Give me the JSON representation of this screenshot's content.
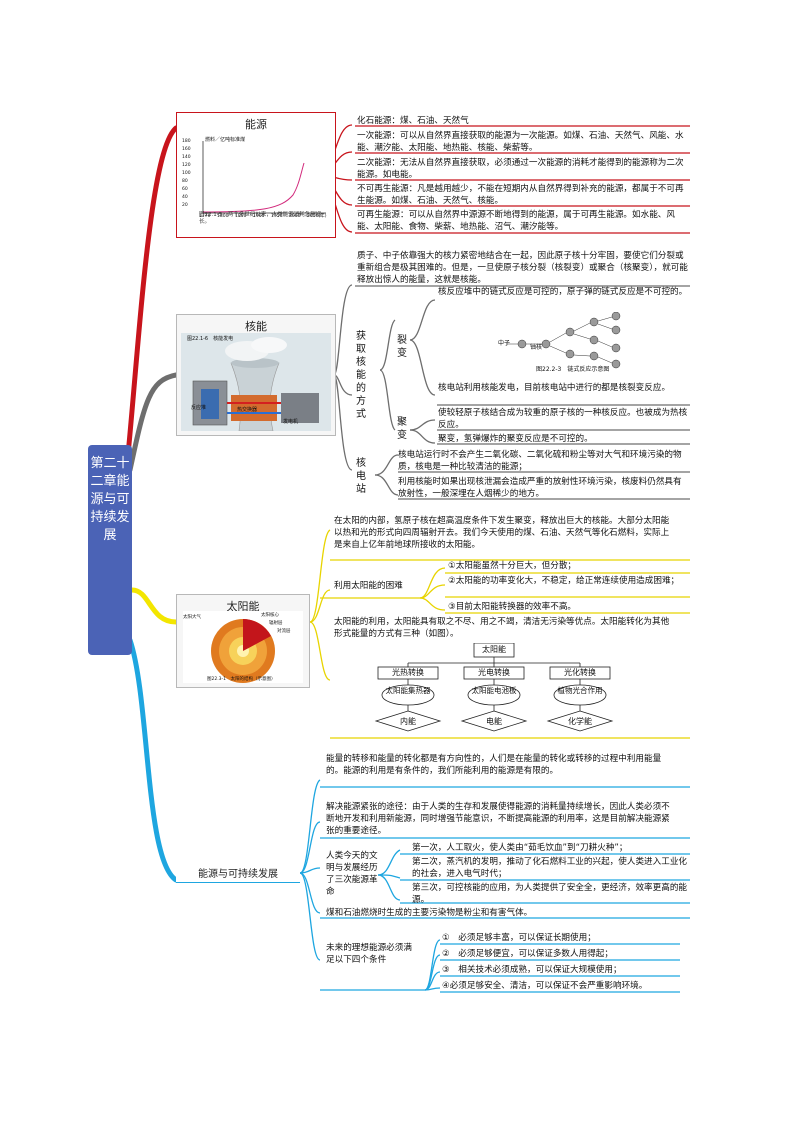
{
  "root": {
    "label": "第二十二章能源与可持续发展"
  },
  "colors": {
    "red": "#c8141c",
    "gray": "#6e6e6e",
    "yellow": "#f3e600",
    "blue": "#1ea6e0",
    "root": "#4b63b6"
  },
  "energy": {
    "title": "能源",
    "chart": {
      "ylabel": "燃料／亿吨标准煤",
      "yticks": [
        "180",
        "160",
        "140",
        "120",
        "100",
        "80",
        "60",
        "40",
        "20"
      ],
      "xticks": [
        "1770",
        "1800",
        "1850",
        "1900",
        "1950",
        "2000",
        "2050(年)"
      ],
      "caption": "图22.1-5　两个多世纪以来，人类能源消耗急剧增长。"
    },
    "items": [
      "化石能源：煤、石油、天然气",
      "一次能源：可以从自然界直接获取的能源为一次能源。如煤、石油、天然气、风能、水能、潮汐能、太阳能、地热能、核能、柴薪等。",
      "二次能源：无法从自然界直接获取，必须通过一次能源的消耗才能得到的能源称为二次能源。如电能。",
      "不可再生能源：凡是越用越少，不能在短期内从自然界得到补充的能源，都属于不可再生能源。如煤、石油、天然气、核能。",
      "可再生能源：可以从自然界中源源不断地得到的能源，属于可再生能源。如水能、风能、太阳能、食物、柴薪、地热能、沼气、潮汐能等。"
    ]
  },
  "nuclear": {
    "title": "核能",
    "photo_label": "图22.1-6　核能发电",
    "photo_tags": [
      "反应堆",
      "热交换器",
      "发电机"
    ],
    "intro": "质子、中子依靠强大的核力紧密地结合在一起，因此原子核十分牢固，要使它们分裂或重新组合是极其困难的。但是，一旦使原子核分裂（核裂变）或聚合（核聚变），就可能释放出惊人的能量，这就是核能。",
    "obtain_label": "获取核能的方式",
    "fission_label": "裂变",
    "fission_1": "核反应堆中的链式反应是可控的，原子弹的链式反应是不可控的。",
    "fission_fig_neutron": "中子",
    "fission_fig_nucleus": "铀核",
    "fission_fig_caption": "图22.2-3　链式反应示意图",
    "fission_2": "核电站利用核能发电，目前核电站中进行的都是核裂变反应。",
    "fusion_label": "聚变",
    "fusion_1": "使较轻原子核结合成为较重的原子核的一种核反应。也被成为热核反应。",
    "fusion_2": "聚变，氢弹爆炸的聚变反应是不可控的。",
    "plant_label": "核电站",
    "plant_1": "核电站运行时不会产生二氧化碳、二氧化硫和粉尘等对大气和环境污染的物质，核电是一种比较清洁的能源；",
    "plant_2": "利用核能时如果出现核泄漏会造成严重的放射性环境污染，核废料仍然具有放射性，一般深埋在人烟稀少的地方。"
  },
  "solar": {
    "title": "太阳能",
    "photo_tags": [
      "太阳大气",
      "太阳核心",
      "辐射层",
      "对流层"
    ],
    "photo_caption": "图22.3-1　太阳的结构（示意图）",
    "intro": "在太阳的内部，氢原子核在超高温度条件下发生聚变，释放出巨大的核能。大部分太阳能以热和光的形式向四周辐射开去。我们今天使用的煤、石油、天然气等化石燃料，实际上是来自上亿年前地球所接收的太阳能。",
    "diff_label": "利用太阳能的困难",
    "diff": [
      "①太阳能虽然十分巨大，但分散；",
      "②太阳能的功率变化大，不稳定，给正常连续使用造成困难；",
      "③目前太阳能转换器的效率不高。"
    ],
    "use_text": "太阳能的利用，太阳能具有取之不尽、用之不竭，清洁无污染等优点。太阳能转化为其他形式能量的方式有三种（如图）。",
    "flow": {
      "top": "太阳能",
      "mid": [
        "光热转换",
        "光电转换",
        "光化转换"
      ],
      "dev": [
        "太阳能集热器",
        "太阳能电池板",
        "植物光合作用"
      ],
      "out": [
        "内能",
        "电能",
        "化学能"
      ]
    }
  },
  "sustain": {
    "title": "能源与可持续发展",
    "intro": "能量的转移和能量的转化都是有方向性的，人们是在能量的转化或转移的过程中利用能量的。能源的利用是有条件的，我们所能利用的能源是有限的。",
    "solve": "解决能源紧张的途径：由于人类的生存和发展使得能源的消耗量持续增长，因此人类必须不断地开发和利用新能源，同时增强节能意识，不断提高能源的利用率，这是目前解决能源紧张的重要途径。",
    "rev_label": "人类今天的文明与发展经历了三次能源革命",
    "rev": [
      "第一次，人工取火，使人类由“茹毛饮血”到“刀耕火种”；",
      "第二次，蒸汽机的发明，推动了化石燃料工业的兴起，使人类进入工业化的社会，进入电气时代；",
      "第三次，可控核能的应用，为人类提供了安全全，更经济，效率更高的能源。"
    ],
    "pollution": "煤和石油燃烧时生成的主要污染物是粉尘和有害气体。",
    "future_label": "未来的理想能源必须满足以下四个条件",
    "future": [
      "①　必须足够丰富，可以保证长期使用；",
      "②　必须足够便宜，可以保证多数人用得起；",
      "③　相关技术必须成熟，可以保证大规模使用；",
      "④必须足够安全、清洁，可以保证不会严重影响环境。"
    ]
  }
}
